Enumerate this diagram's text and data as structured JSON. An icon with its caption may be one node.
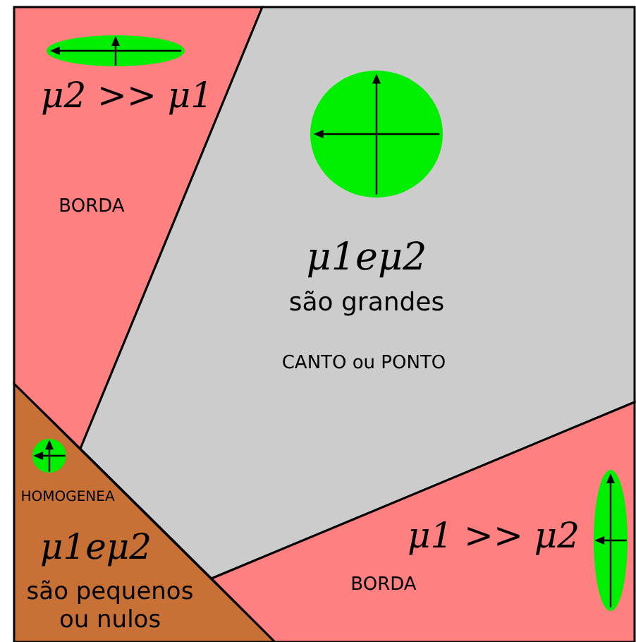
{
  "diagram": {
    "nodes": [
      {
        "text": [
          "μ2 >> μ1",
          "BORDA"
        ]
      },
      {
        "text": [
          "μ1eμ2",
          "são grandes",
          "CANTO ou PONTO"
        ]
      },
      {
        "text": [
          "HOMOGENEA",
          "μ1eμ2",
          "são pequenos ou nulos"
        ]
      },
      {
        "text": [
          "μ1 >> μ2",
          "BORDA"
        ]
      }
    ]
  }
}
